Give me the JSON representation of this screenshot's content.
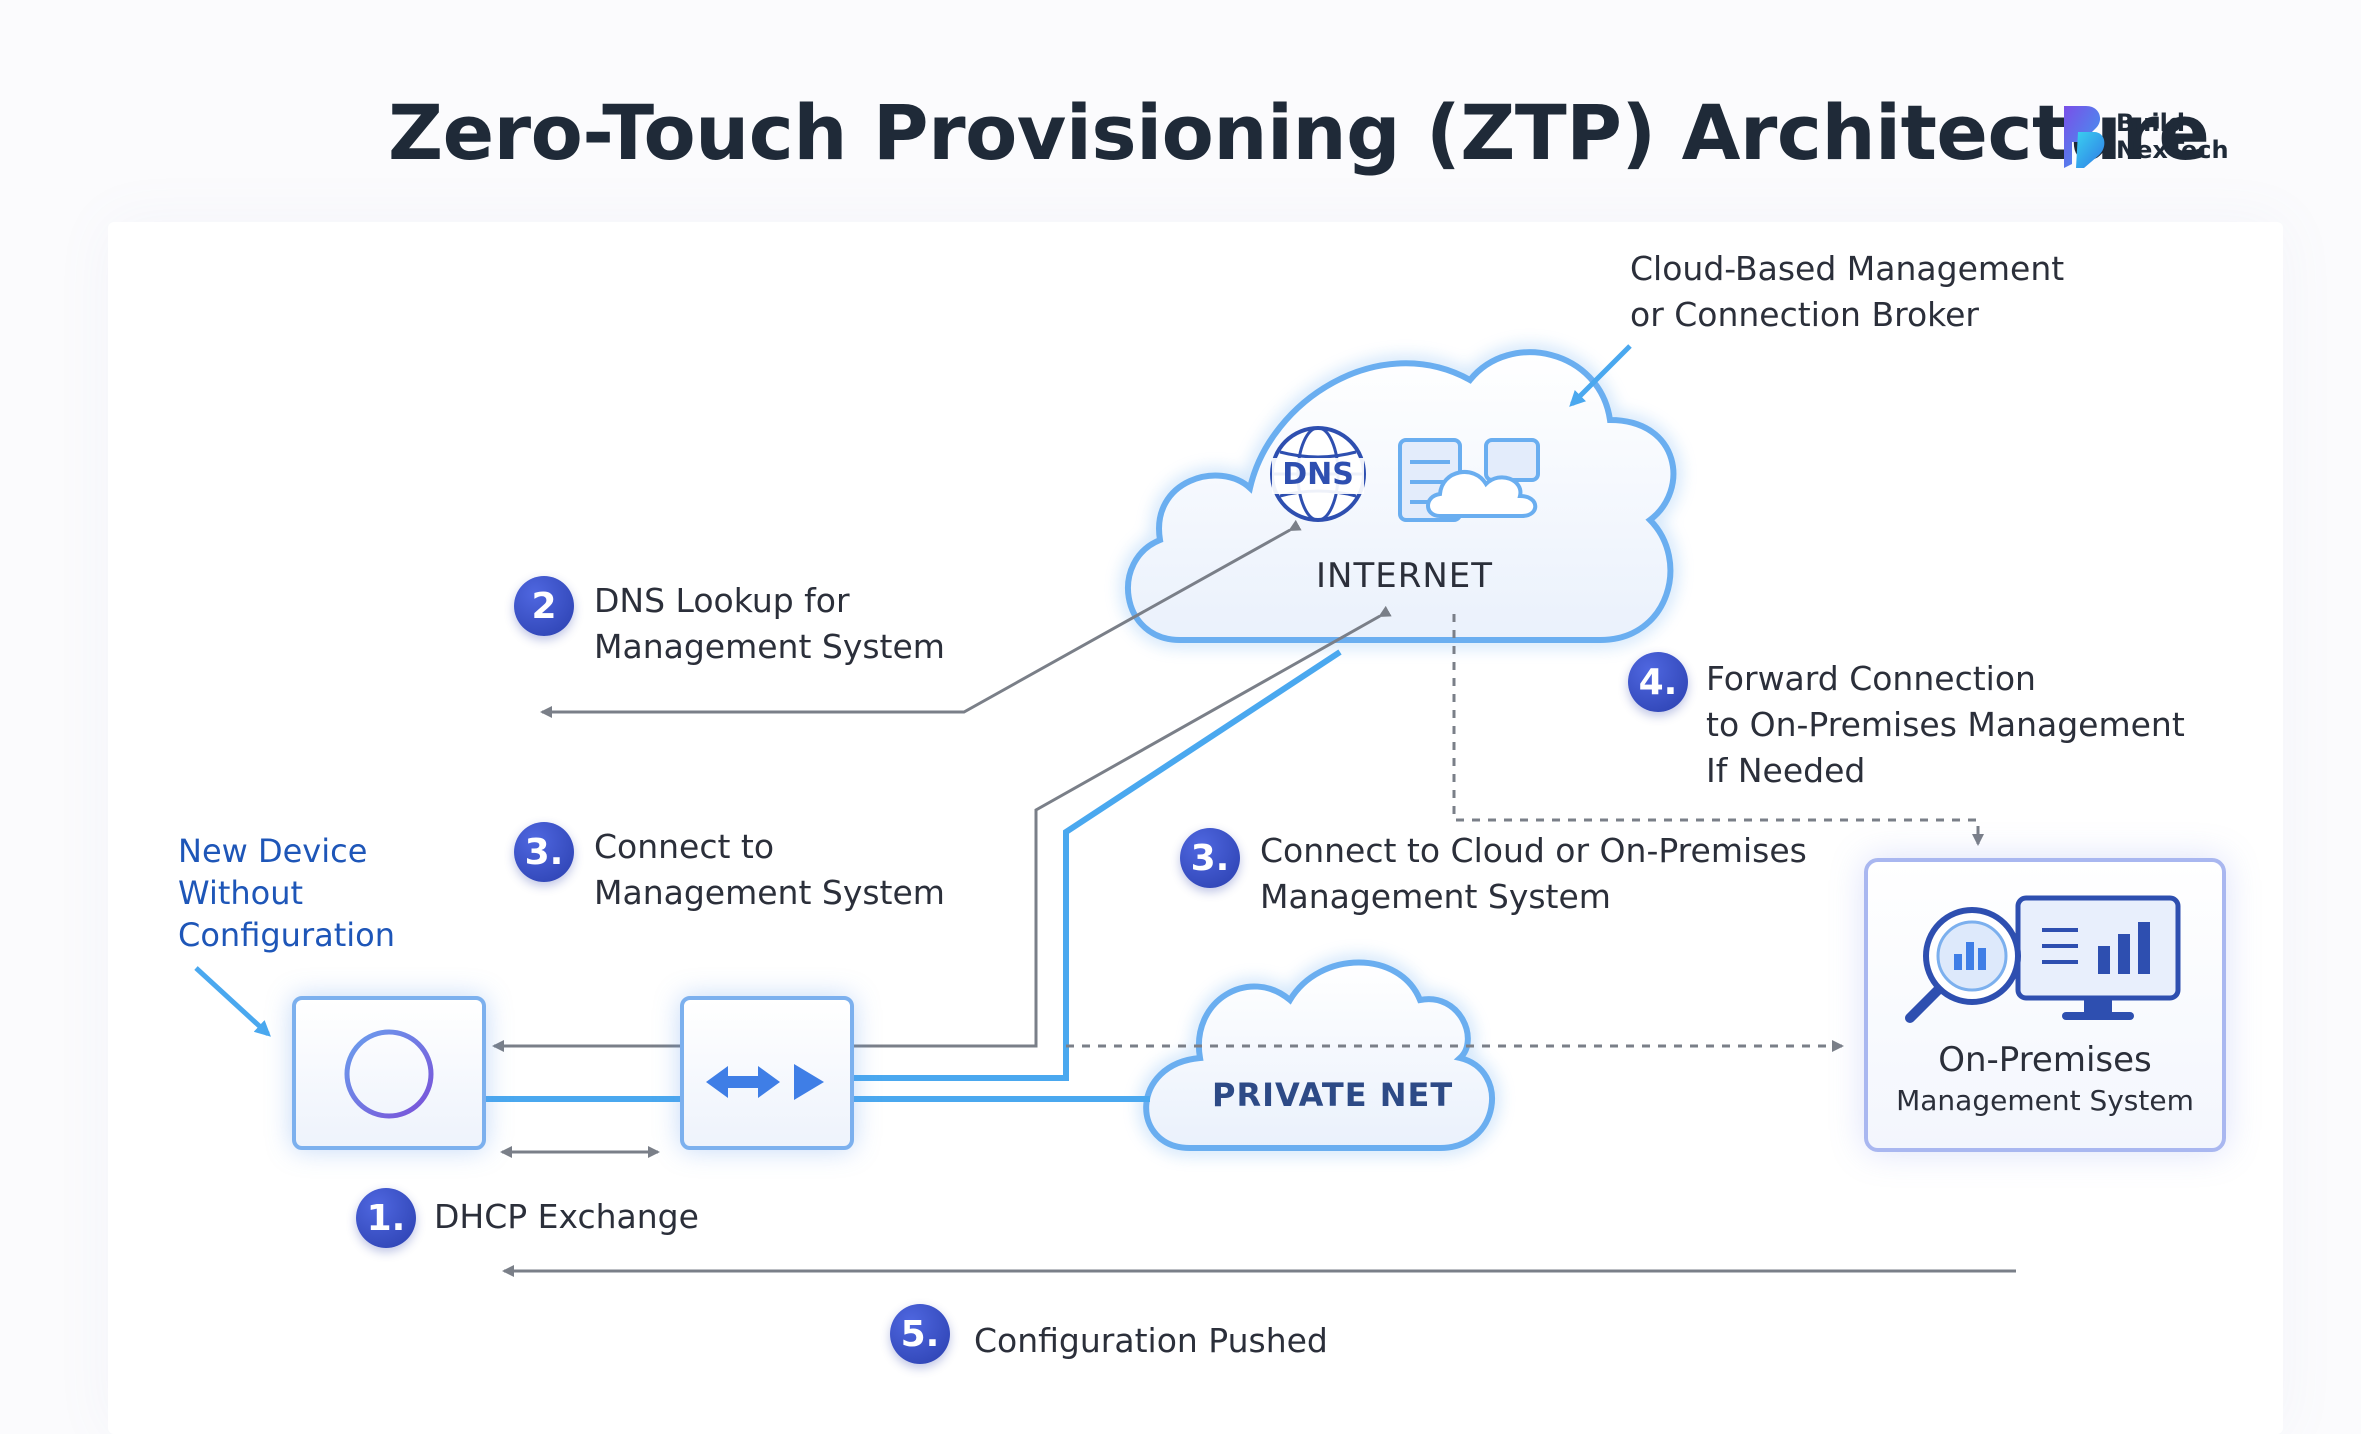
{
  "title": "Zero-Touch Provisioning (ZTP) Architecture",
  "logo": {
    "line1": "Build",
    "line2": "NexTech"
  },
  "clouds": {
    "internet": "INTERNET",
    "dns": "DNS",
    "private": "PRIVATE NET"
  },
  "callouts": {
    "cloud_broker_1": "Cloud-Based Management",
    "cloud_broker_2": "or Connection Broker",
    "new_device_1": "New Device",
    "new_device_2": "Without",
    "new_device_3": "Configuration"
  },
  "steps": [
    {
      "number": "1.",
      "lines": [
        "DHCP Exchange"
      ]
    },
    {
      "number": "2",
      "lines": [
        "DNS Lookup for",
        "Management System"
      ]
    },
    {
      "number": "3.",
      "lines": [
        "Connect to",
        "Management System"
      ]
    },
    {
      "number": "3.",
      "lines": [
        "Connect to Cloud or On-Premises",
        "Management System"
      ]
    },
    {
      "number": "4.",
      "lines": [
        "Forward Connection",
        "to On-Premises Management",
        "If Needed"
      ]
    },
    {
      "number": "5.",
      "lines": [
        "Configuration Pushed"
      ]
    }
  ],
  "management": {
    "line1": "On-Premises",
    "line2": "Management System"
  },
  "colors": {
    "accent_blue": "#4aa8ef",
    "badge_blue": "#2f45b8",
    "arrow_gray": "#7a7f88",
    "title": "#1f2a38"
  }
}
